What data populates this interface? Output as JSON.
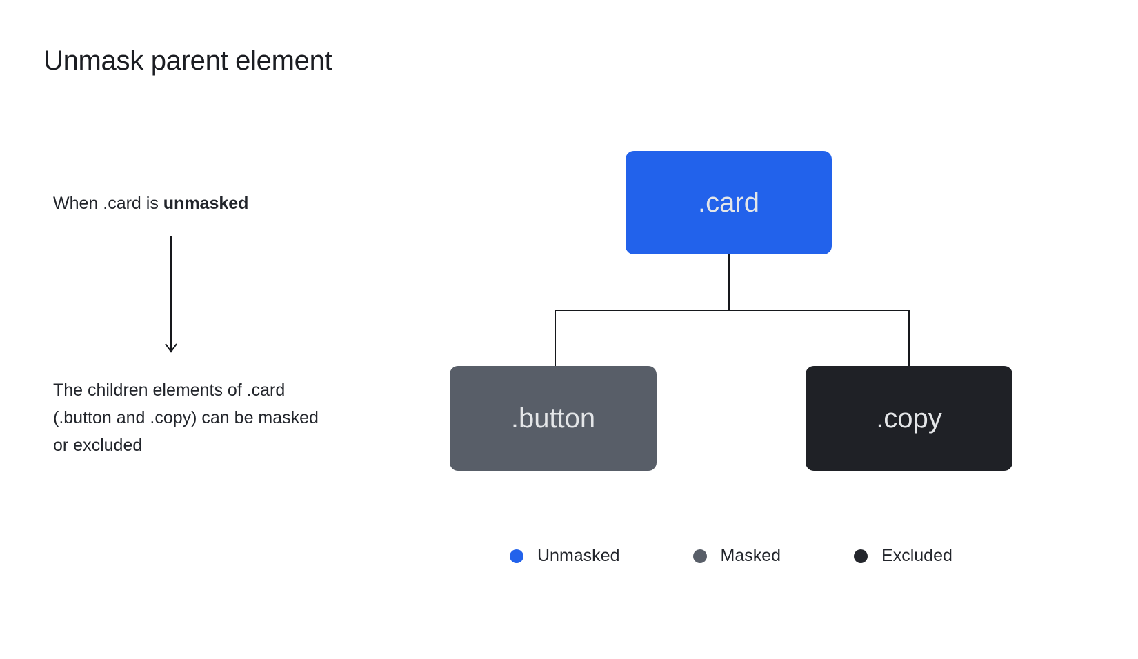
{
  "page": {
    "title": "Unmask parent element",
    "background_color": "#ffffff"
  },
  "annotation": {
    "lead_text": "When .card is ",
    "lead_emphasis": "unmasked",
    "description": "The children elements of .card (.button and .copy) can be masked or excluded"
  },
  "tree": {
    "parent": {
      "label": ".card",
      "color": "#2262eb"
    },
    "children": [
      {
        "label": ".button",
        "color": "#585e68"
      },
      {
        "label": ".copy",
        "color": "#1f2126"
      }
    ]
  },
  "legend": {
    "items": [
      {
        "label": "Unmasked",
        "color": "#2262eb"
      },
      {
        "label": "Masked",
        "color": "#585e68"
      },
      {
        "label": "Excluded",
        "color": "#24262c"
      }
    ]
  }
}
